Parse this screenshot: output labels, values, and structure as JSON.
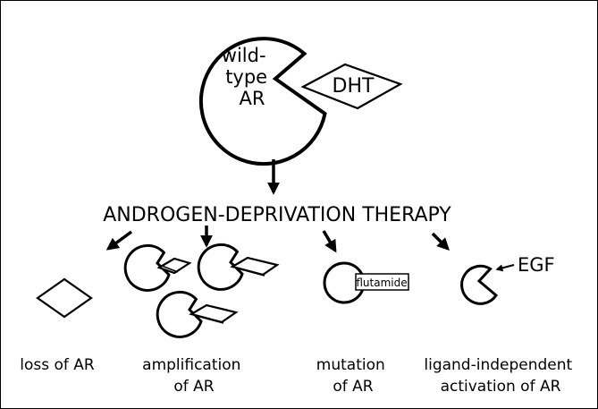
{
  "diagram": {
    "wild_type_label": [
      "wild-",
      "type",
      "AR"
    ],
    "dht_label": "DHT",
    "therapy_label": "ANDROGEN-DEPRIVATION THERAPY",
    "flutamide_label": "flutamide",
    "egf_label": "EGF",
    "outcomes": [
      {
        "lines": [
          "loss of AR"
        ]
      },
      {
        "lines": [
          "amplification",
          "of AR"
        ]
      },
      {
        "lines": [
          "mutation",
          "of AR"
        ]
      },
      {
        "lines": [
          "ligand-independent",
          "activation of AR"
        ]
      }
    ]
  },
  "colors": {
    "ink": "#000000",
    "background": "#ffffff"
  }
}
